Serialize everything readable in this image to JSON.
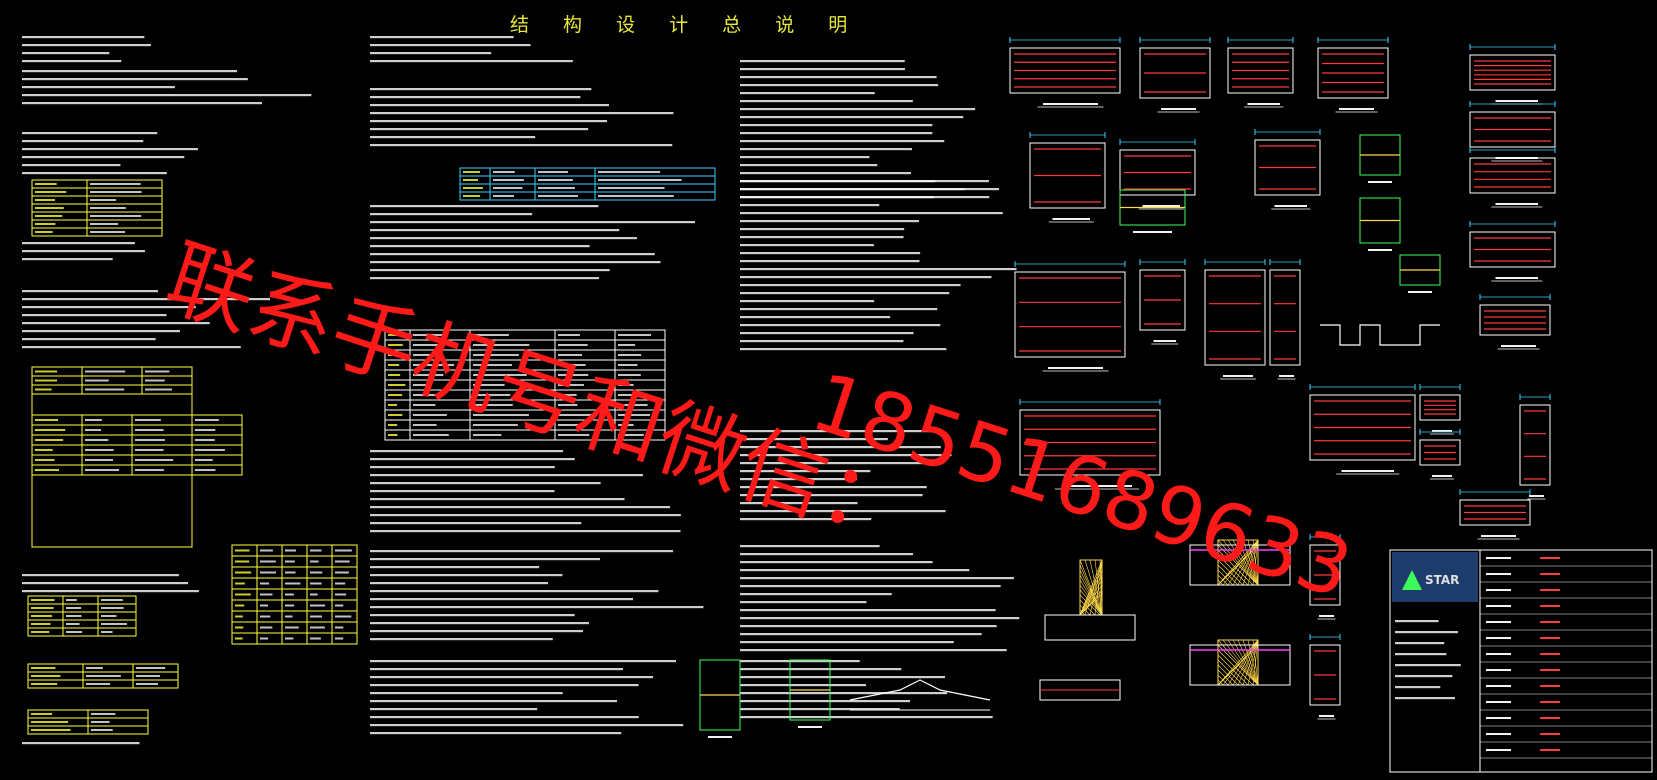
{
  "drawing": {
    "title": "结 构 设 计 总 说 明",
    "company_logo_text": "STAR"
  },
  "watermark": {
    "line1": "联系手机号和微信：",
    "line2": "18551689633"
  },
  "colors": {
    "background": "#000000",
    "text": "#f2f2f2",
    "table_lines": "#ffff3a",
    "dimension_lines": "#3ad1ff",
    "rebar": "#ff3a3a",
    "hatch": "#ffd84a",
    "outline": "#ffffff",
    "green": "#3aff5a",
    "magenta": "#ff3aff",
    "watermark": "#ff1a1a"
  }
}
